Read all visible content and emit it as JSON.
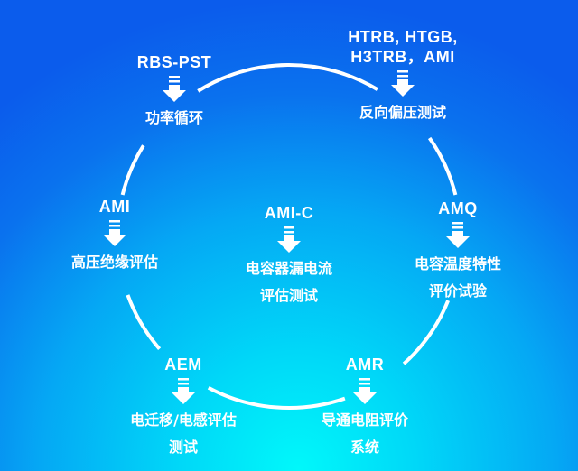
{
  "nodes": [
    {
      "id": "rbs-pst",
      "code": "RBS-PST",
      "name": "功率循环"
    },
    {
      "id": "htrb",
      "code": "HTRB, HTGB,\nH3TRB，AMI",
      "name": "反向偏压测试"
    },
    {
      "id": "ami",
      "code": "AMI",
      "name": "高压绝缘评估"
    },
    {
      "id": "ami-c",
      "code": "AMI-C",
      "name": "电容器漏电流\n评估测试"
    },
    {
      "id": "amq",
      "code": "AMQ",
      "name": "电容温度特性\n评价试验"
    },
    {
      "id": "aem",
      "code": "AEM",
      "name": "电迁移/电感评估\n测试"
    },
    {
      "id": "amr",
      "code": "AMR",
      "name": "导通电阻评价\n系统"
    }
  ]
}
